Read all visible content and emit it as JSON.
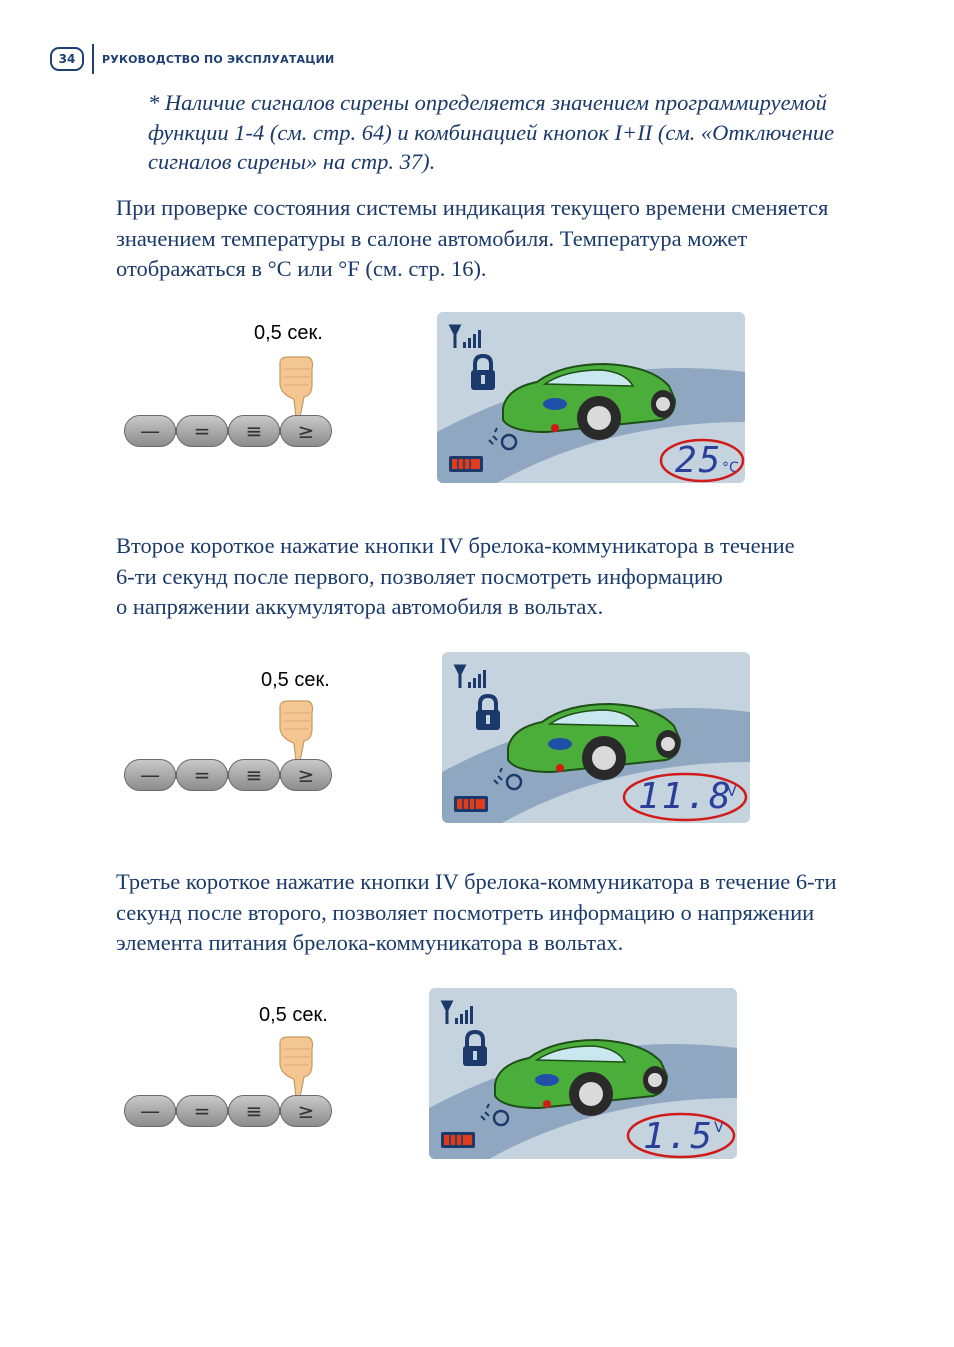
{
  "header": {
    "page_number": "34",
    "title": "РУКОВОДСТВО ПО ЭКСПЛУАТАЦИИ"
  },
  "note": [
    "* Наличие сигналов сирены определяется значением программируемой",
    "функции 1-4 (см. стр. 64) и комбинацией кнопок I+II (см. «Отключение",
    "сигналов сирены» на стр. 37)."
  ],
  "para1": [
    "При проверке состояния системы индикация текущего времени сменяется",
    "значением температуры в салоне автомобиля. Температура может",
    "отображаться в °С или °F (см. стр. 16)."
  ],
  "para2": [
    "Второе короткое нажатие кнопки IV брелока-коммуникатора в течение",
    "6-ти секунд после первого, позволяет посмотреть информацию",
    "о напряжении аккумулятора автомобиля в вольтах."
  ],
  "para3": [
    "Третье короткое нажатие кнопки IV брелока-коммуникатора в течение 6-ти",
    "секунд после второго, позволяет посмотреть информацию о напряжении",
    "элемента питания брелока-коммуникатора в вольтах."
  ],
  "figures": [
    {
      "press_label": "0,5 сек.",
      "buttons": [
        "—",
        "=",
        "≡",
        "≥"
      ],
      "readout": "25",
      "unit": "°C"
    },
    {
      "press_label": "0,5 сек.",
      "buttons": [
        "—",
        "=",
        "≡",
        "≥"
      ],
      "readout": "11.8",
      "unit": "V"
    },
    {
      "press_label": "0,5 сек.",
      "buttons": [
        "—",
        "=",
        "≡",
        "≥"
      ],
      "readout": "1.5",
      "unit": "V"
    }
  ],
  "colors": {
    "text": "#1a3a6b",
    "lcd_bg": "#c5d3de",
    "car": "#4cae3a",
    "oval": "#d11a1a",
    "digits": "#2a3f9a"
  }
}
